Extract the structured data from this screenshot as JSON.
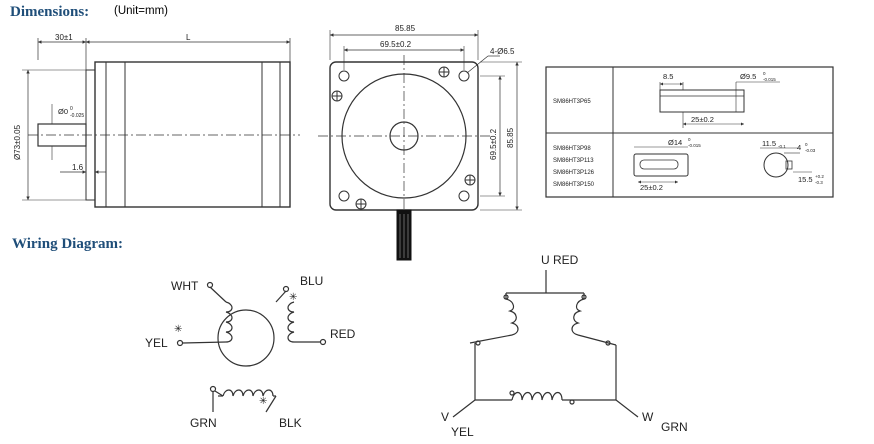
{
  "headers": {
    "dimensions": "Dimensions:",
    "unit": "(Unit=mm)",
    "wiring": "Wiring Diagram:"
  },
  "side_view": {
    "shaft_length": "30±1",
    "body_length": "L",
    "pilot_diameter": "Ø73±0.05",
    "shaft_diameter_main": "Ø0",
    "shaft_diameter_sup": "0",
    "shaft_diameter_sub": "-0.025",
    "flange_thickness": "1.6"
  },
  "front_view": {
    "width_top": "85.85",
    "hole_spacing_top": "69.5±0.2",
    "holes": "4-Ø6.5",
    "hole_spacing_side": "69.5±0.2",
    "height_side": "85.85"
  },
  "table": {
    "row1_model": "SM86HT3P65",
    "row1_flat": "8.5",
    "row1_dia_main": "Ø9.5",
    "row1_dia_sup": "0",
    "row1_dia_sub": "-0.015",
    "row1_len": "25±0.2",
    "row2_models": [
      "SM86HT3P98",
      "SM86HT3P113",
      "SM86HT3P126",
      "SM86HT3P150"
    ],
    "row2_dia_main": "Ø14",
    "row2_dia_sup": "0",
    "row2_dia_sub": "-0.015",
    "row2_len": "25±0.2",
    "row2_key_main": "11.5",
    "row2_key_sub": "-0.1",
    "row2_keyw_main": "4",
    "row2_keyw_sup": "0",
    "row2_keyw_sub": "-0.03",
    "row2_keyd_main": "15.5",
    "row2_keyd_sup": "+0.2",
    "row2_keyd_sub": "-0.3"
  },
  "wiring_left": {
    "wht": "WHT",
    "blu": "BLU",
    "yel": "YEL",
    "red": "RED",
    "grn": "GRN",
    "blk": "BLK",
    "star": "✳"
  },
  "wiring_right": {
    "u": "U RED",
    "v": "V",
    "yel": "YEL",
    "w": "W",
    "grn": "GRN"
  }
}
